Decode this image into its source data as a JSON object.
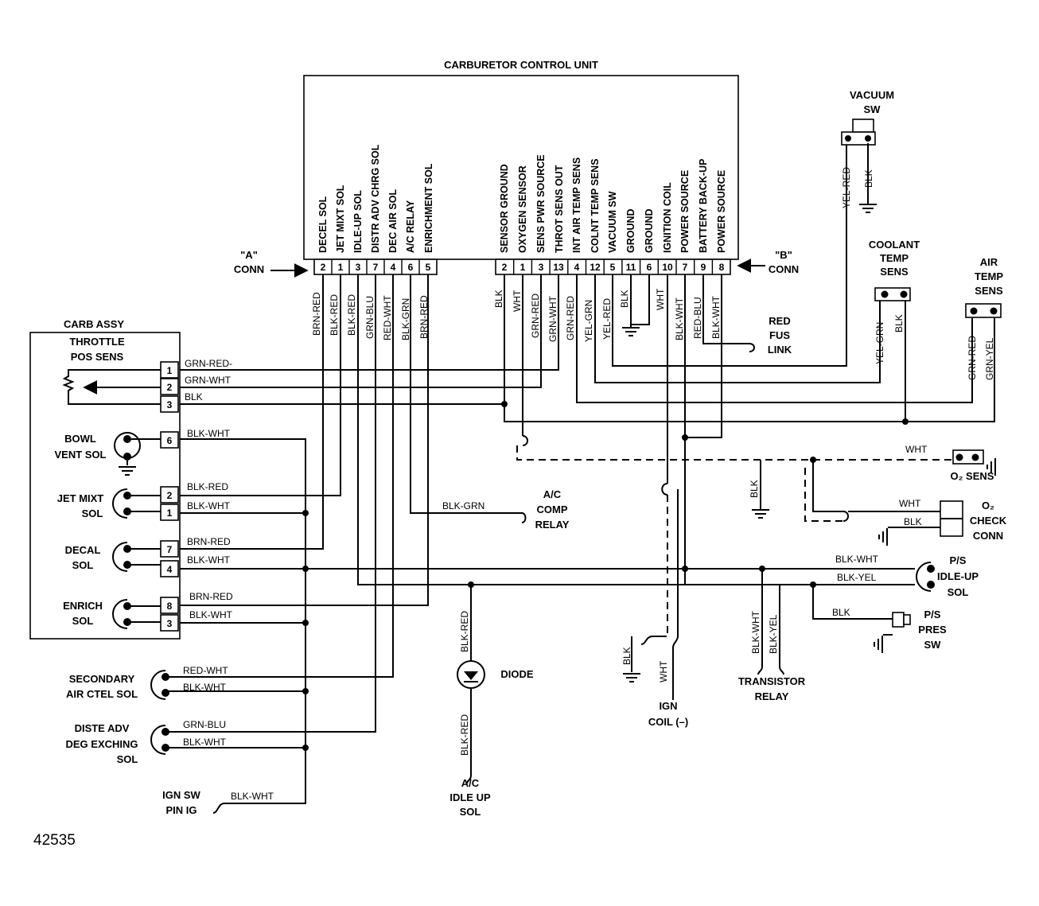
{
  "title": "CARBURETOR CONTROL UNIT",
  "figure_number": "42535",
  "ccu_pins_a": [
    "DECEL SOL",
    "JET MIXT SOL",
    "IDLE-UP SOL",
    "DISTR ADV CHRG SOL",
    "DEC AIR SOL",
    "A/C RELAY",
    "ENRICHMENT SOL"
  ],
  "ccu_pins_b": [
    "SENSOR GROUND",
    "OXYGEN SENSOR",
    "SENS PWR SOURCE",
    "THROT SENS OUT",
    "INT AIR TEMP SENS",
    "COLNT TEMP SENS",
    "VACUUM SW",
    "GROUND",
    "GROUND",
    "IGNITION COIL",
    "POWER SOURCE",
    "BATTERY BACK-UP",
    "POWER SOURCE"
  ],
  "conn_a": {
    "name": [
      "\"A\"",
      "CONN"
    ],
    "pin_numbers": [
      "2",
      "1",
      "3",
      "7",
      "4",
      "6",
      "5"
    ],
    "wire_colors": [
      "BRN-RED",
      "BLK-RED",
      "BLK-RED",
      "GRN-BLU",
      "RED-WHT",
      "BLK-GRN",
      "BRN-RED"
    ]
  },
  "conn_b": {
    "name": [
      "\"B\"",
      "CONN"
    ],
    "pin_numbers": [
      "2",
      "1",
      "3",
      "13",
      "4",
      "12",
      "5",
      "11",
      "6",
      "10",
      "7",
      "9",
      "8"
    ],
    "wire_colors": [
      "BLK",
      "WHT",
      "GRN-RED",
      "GRN-WHT",
      "GRN-RED",
      "YEL-GRN",
      "YEL-RED",
      "BLK",
      "WHT",
      "BLK-WHT",
      "RED-BLU",
      "BLK-WHT"
    ]
  },
  "carb_assy": {
    "label": "CARB ASSY",
    "throttle_pos_sens": [
      "THROTTLE",
      "POS SENS"
    ],
    "tps_pins": [
      "1",
      "2",
      "3"
    ],
    "tps_wires": [
      "GRN-RED-",
      "GRN-WHT",
      "BLK"
    ]
  },
  "bowl_vent_sol": {
    "label": [
      "BOWL",
      "VENT SOL"
    ],
    "pin": "6",
    "wire": "BLK-WHT"
  },
  "jet_mixt_sol": {
    "label": [
      "JET MIXT",
      "SOL"
    ],
    "pins": [
      "2",
      "1"
    ],
    "wires": [
      "BLK-RED",
      "BLK-WHT"
    ]
  },
  "decal_sol": {
    "label": [
      "DECAL",
      "SOL"
    ],
    "pins": [
      "7",
      "4"
    ],
    "wires": [
      "BRN-RED",
      "BLK-WHT"
    ]
  },
  "enrich_sol": {
    "label": [
      "ENRICH",
      "SOL"
    ],
    "pins": [
      "8",
      "3"
    ],
    "wires": [
      "BRN-RED",
      "BLK-WHT"
    ]
  },
  "secondary_air_ctel_sol": {
    "label": [
      "SECONDARY",
      "AIR CTEL SOL"
    ],
    "wires": [
      "RED-WHT",
      "BLK-WHT"
    ]
  },
  "diste_adv_deg_exching_sol": {
    "label": [
      "DISTE ADV",
      "DEG EXCHING",
      "SOL"
    ],
    "wires": [
      "GRN-BLU",
      "BLK-WHT"
    ]
  },
  "ign_sw": {
    "label": [
      "IGN SW",
      "PIN IG"
    ],
    "wire": "BLK-WHT"
  },
  "vacuum_sw": {
    "label": [
      "VACUUM",
      "SW"
    ],
    "wires": [
      "YEL-RED",
      "BLK"
    ]
  },
  "coolant_temp_sens": {
    "label": [
      "COOLANT",
      "TEMP",
      "SENS"
    ],
    "wires": [
      "YEL-GRN",
      "BLK"
    ]
  },
  "air_temp_sens": {
    "label": [
      "AIR",
      "TEMP",
      "SENS"
    ],
    "wires": [
      "GRN-RED",
      "GRN-YEL"
    ]
  },
  "red_fus_link": {
    "label": [
      "RED",
      "FUS",
      "LINK"
    ]
  },
  "ac_comp_relay": {
    "label": [
      "A/C",
      "COMP",
      "RELAY"
    ],
    "wire": "BLK-GRN"
  },
  "o2_sens": {
    "label": "O₂ SENS",
    "wire": "WHT"
  },
  "o2_check_conn": {
    "label": [
      "O₂",
      "CHECK",
      "CONN"
    ],
    "wires": [
      "WHT",
      "BLK"
    ]
  },
  "ground_wire": "BLK",
  "ps_idle_up_sol": {
    "label": [
      "P/S",
      "IDLE-UP",
      "SOL"
    ],
    "wires": [
      "BLK-WHT",
      "BLK-YEL"
    ]
  },
  "ps_pres_sw": {
    "label": [
      "P/S",
      "PRES",
      "SW"
    ],
    "wire": "BLK"
  },
  "transistor_relay": {
    "label": [
      "TRANSISTOR",
      "RELAY"
    ],
    "wires": [
      "BLK-WHT",
      "BLK-YEL"
    ]
  },
  "ign_coil": {
    "label": [
      "IGN",
      "COIL (–)"
    ],
    "wires": [
      "WHT",
      "BLK"
    ]
  },
  "diode": {
    "label": "DIODE",
    "wires": [
      "BLK-RED",
      "BLK-RED"
    ]
  },
  "ac_idle_up_sol": {
    "label": [
      "A/C",
      "IDLE UP",
      "SOL"
    ]
  }
}
